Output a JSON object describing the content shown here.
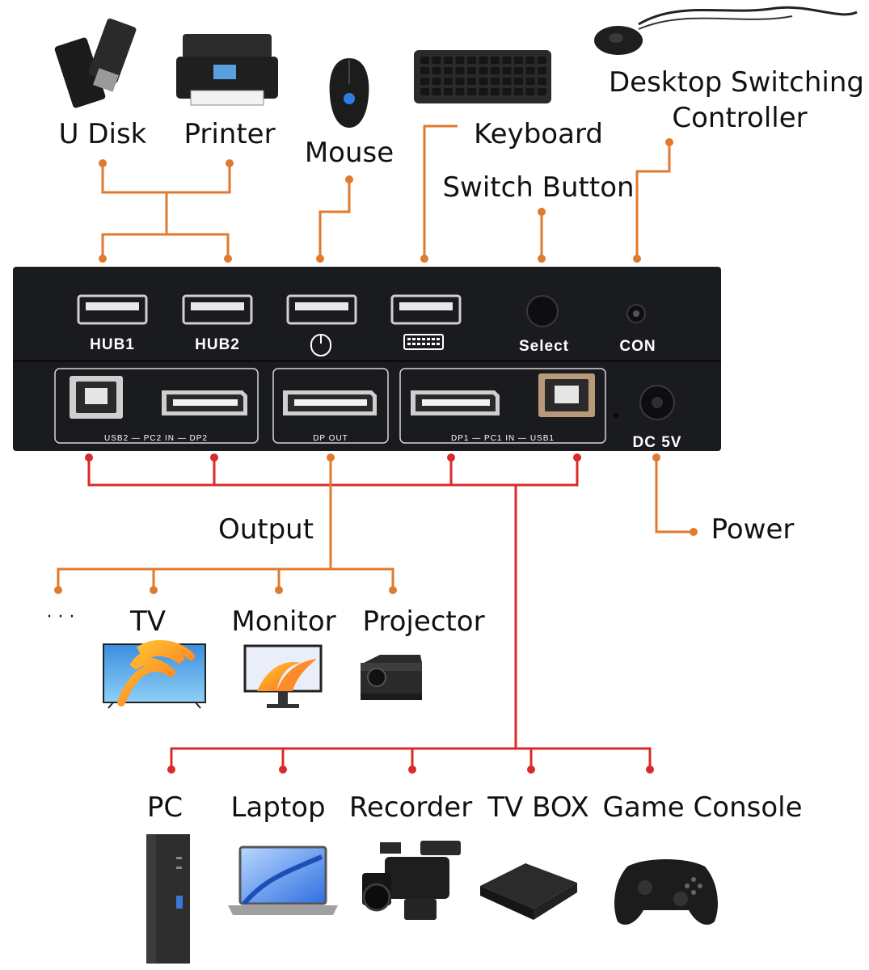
{
  "colors": {
    "orange": "#E07A2E",
    "red": "#D92B2B",
    "device_body": "#1a1b1e"
  },
  "peripherals": {
    "u_disk": "U Disk",
    "printer": "Printer",
    "mouse": "Mouse",
    "keyboard": "Keyboard",
    "controller_line1": "Desktop Switching",
    "controller_line2": "Controller",
    "switch_button": "Switch Button"
  },
  "panel": {
    "hub1": "HUB1",
    "hub2": "HUB2",
    "select": "Select",
    "con": "CON",
    "dc": "DC 5V",
    "pc2_group": "USB2 — PC2 IN — DP2",
    "dp_out": "DP OUT",
    "pc1_group": "DP1 — PC1 IN — USB1"
  },
  "output": {
    "title": "Output",
    "ellipsis": "· · ·",
    "tv": "TV",
    "monitor": "Monitor",
    "projector": "Projector"
  },
  "power": "Power",
  "sources": {
    "pc": "PC",
    "laptop": "Laptop",
    "recorder": "Recorder",
    "tv_box": "TV BOX",
    "game_console": "Game Console"
  }
}
